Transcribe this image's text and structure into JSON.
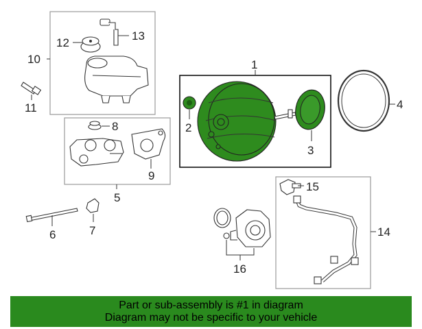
{
  "callouts": {
    "c1": "1",
    "c2": "2",
    "c3": "3",
    "c4": "4",
    "c5": "5",
    "c6": "6",
    "c7": "7",
    "c8": "8",
    "c9": "9",
    "c10": "10",
    "c11": "11",
    "c12": "12",
    "c13": "13",
    "c14": "14",
    "c15": "15",
    "c16": "16"
  },
  "highlight_color": "#2e8b1e",
  "banner": {
    "line1": "Part or sub-assembly is #1 in diagram",
    "line2": "Diagram may not be specific to your vehicle",
    "color": "#2a8a1e"
  }
}
